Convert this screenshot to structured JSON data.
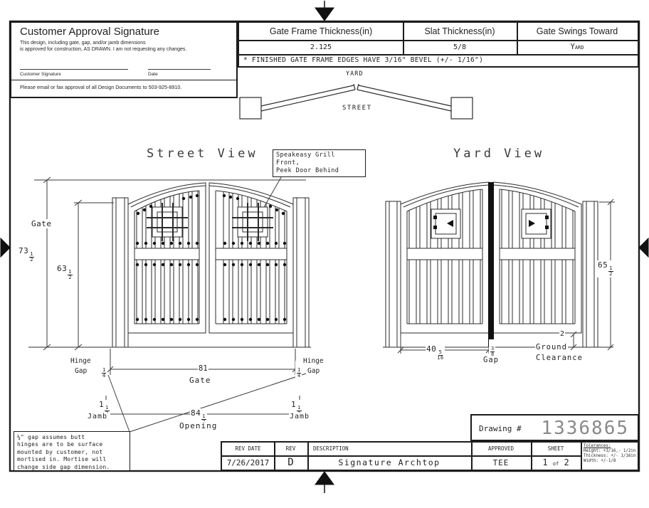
{
  "approval": {
    "title": "Customer Approval Signature",
    "line1": "This design, including gate, gap, and/or jamb dimensions",
    "line2": "is approved for construction, AS DRAWN. I am not requesting any changes.",
    "signature_label": "Customer Signature",
    "date_label": "Date",
    "footer": "Please email or fax approval of all Design Documents to 503-925-8910."
  },
  "spec_table": {
    "headers": [
      "Gate Frame Thickness(in)",
      "Slat Thickness(in)",
      "Gate Swings Toward"
    ],
    "values": [
      "2.125",
      "5/8",
      "Yard"
    ],
    "note": "* FINISHED GATE FRAME EDGES HAVE 3/16\" BEVEL (+/- 1/16\")"
  },
  "swing": {
    "yard": "YARD",
    "street": "STREET"
  },
  "views": {
    "street_title": "Street View",
    "yard_title": "Yard View"
  },
  "callout": {
    "line1": "Speakeasy Grill Front,",
    "line2": "Peek Door Behind"
  },
  "dims": {
    "street": {
      "gate_label": "Gate",
      "overall_height": {
        "whole": "73",
        "num": "1",
        "den": "2"
      },
      "side_height": {
        "whole": "63",
        "num": "1",
        "den": "2"
      },
      "hinge_gap_line1": "Hinge",
      "hinge_gap_line2": "Gap",
      "hinge_gap_frac": {
        "num": "1",
        "den": "4"
      },
      "gate_width": "81",
      "gate_width_label": "Gate",
      "opening": {
        "whole": "84",
        "num": "1",
        "den": "2"
      },
      "opening_label": "Opening",
      "jamb": {
        "whole": "1",
        "num": "1",
        "den": "2"
      },
      "jamb_label": "Jamb"
    },
    "yard": {
      "leaf_width": {
        "whole": "40",
        "num": "5",
        "den": "16"
      },
      "gap_frac": {
        "num": "3",
        "den": "8"
      },
      "gap_label": "Gap",
      "ground_clearance": "2",
      "ground_label1": "Ground",
      "ground_label2": "Clearance",
      "side_height": {
        "whole": "65",
        "num": "1",
        "den": "2"
      }
    }
  },
  "note_box": {
    "lines": [
      "¼\" gap assumes butt",
      "hinges are to be surface",
      "mounted by customer, not",
      "mortised in. Mortise will",
      "change side gap dimension."
    ]
  },
  "title_block": {
    "drawing_label": "Drawing #",
    "drawing_number": "1336865",
    "rev_date_label": "REV DATE",
    "rev_date": "7/26/2017",
    "rev_label": "REV",
    "rev": "D",
    "description_label": "DESCRIPTION",
    "description": "Signature Archtop",
    "approved_label": "APPROVED",
    "approved": "TEE",
    "sheet_label": "SHEET",
    "sheet_num": "1",
    "sheet_of": "of",
    "sheet_total": "2",
    "tolerances": {
      "title": "Tolerances:",
      "height": "Height: +3/16,- 1/2in",
      "thickness": "Thickness: +/- 1/16in",
      "width": "Width: +/-1/8"
    }
  },
  "colors": {
    "line": "#2b2b2b",
    "dim": "#333333",
    "number_gray": "#8a8a8a"
  }
}
